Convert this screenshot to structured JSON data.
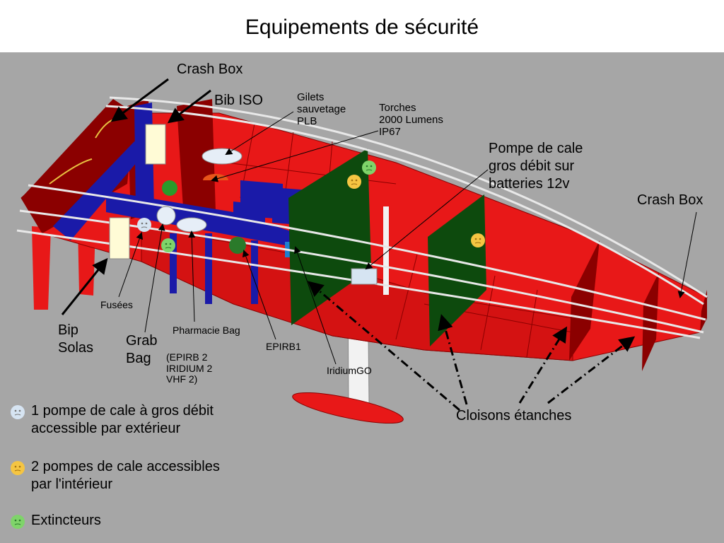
{
  "title": "Equipements de sécurité",
  "labels": {
    "crash_box_top": "Crash Box",
    "bib_iso": "Bib ISO",
    "gilets": "Gilets\nsauvetage\nPLB",
    "torches": "Torches\n2000 Lumens\nIP67",
    "pompe_cale": "Pompe de cale\ngros débit sur\nbatteries 12v",
    "crash_box_right": "Crash Box",
    "fusees": "Fusées",
    "bip_solas": "Bip\nSolas",
    "grab_bag": "Grab\nBag",
    "grab_bag_contents": "(EPIRB 2\nIRIDIUM 2\nVHF 2)",
    "pharmacie_bag": "Pharmacie Bag",
    "epirb1": "EPIRB1",
    "iridiumgo": "IridiumGO",
    "cloisons": "Cloisons étanches"
  },
  "legend": [
    {
      "icon": "blue-face-icon",
      "color": "#d6e4f2",
      "text": "1 pompe de cale à gros débit\naccessible par extérieur"
    },
    {
      "icon": "yellow-face-icon",
      "color": "#f5c542",
      "text": "2 pompes de cale accessibles\npar l'intérieur"
    },
    {
      "icon": "green-face-icon",
      "color": "#7fd46a",
      "text": "Extincteurs"
    }
  ],
  "colors": {
    "hull_red": "#e81818",
    "dark_red": "#8b0000",
    "blue": "#1a1aa8",
    "green": "#0d4a0d",
    "background": "#a6a6a6"
  }
}
